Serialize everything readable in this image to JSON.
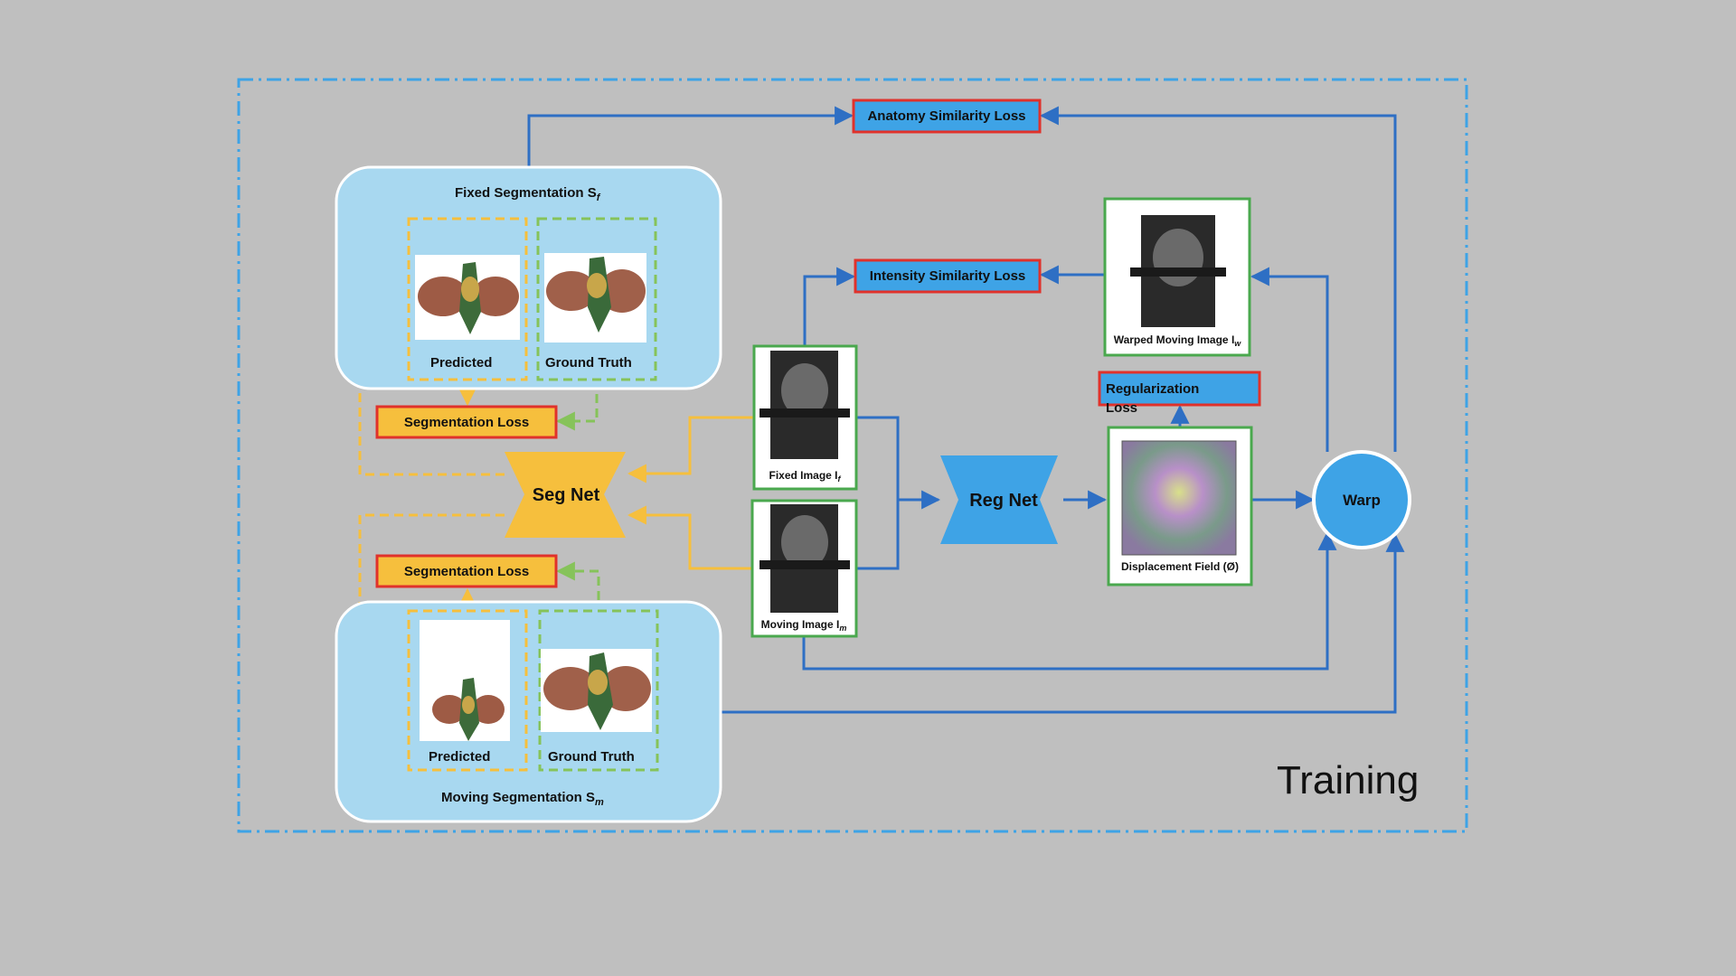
{
  "title": "Training",
  "fixed_segmentation": {
    "label": "Fixed Segmentation S",
    "subscript": "f",
    "predicted": "Predicted",
    "ground_truth": "Ground Truth"
  },
  "moving_segmentation": {
    "label": "Moving Segmentation S",
    "subscript": "m",
    "predicted": "Predicted",
    "ground_truth": "Ground Truth"
  },
  "losses": {
    "anatomy": "Anatomy Similarity Loss",
    "intensity": "Intensity Similarity Loss",
    "regularization_line1": "Regularization",
    "regularization_line2": "Loss",
    "segmentation_top": "Segmentation Loss",
    "segmentation_bottom": "Segmentation Loss"
  },
  "networks": {
    "seg_net": "Seg Net",
    "reg_net": "Reg Net",
    "warp": "Warp"
  },
  "images": {
    "fixed_label": "Fixed Image I",
    "fixed_sub": "f",
    "moving_label": "Moving Image I",
    "moving_sub": "m",
    "warped_label": "Warped Moving Image I",
    "warped_sub": "w",
    "displacement_label": "Displacement Field (Ø)"
  },
  "colors": {
    "background": "#bfbfbf",
    "panel": "#a8d8f0",
    "loss_blue": "#3ea3e6",
    "loss_orange": "#f6bf3d",
    "loss_border": "#e0322b",
    "network_orange": "#f6bf3d",
    "network_blue": "#3ea3e6",
    "arrow_blue": "#2e6fc4",
    "arrow_orange": "#f6bf3d",
    "arrow_green": "#86c35a",
    "frame_green": "#4aa84e"
  }
}
